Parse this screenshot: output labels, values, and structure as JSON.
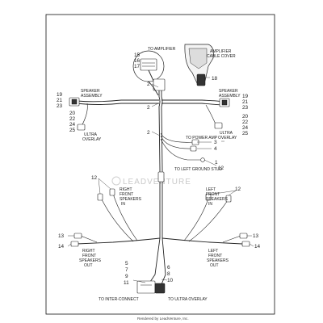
{
  "labels": {
    "to_amplifier": "TO AMPLIFIER",
    "amp_cover_1": "AMPLIFIER",
    "amp_cover_2": "CABLE COVER",
    "speaker_assy": "SPEAKER",
    "speaker_assy_2": "ASSEMBLY",
    "ultra": "ULTRA",
    "overlay": "OVERLAY",
    "to_power_amp": "TO POWER AMP",
    "to_left_ground": "TO LEFT GROUND STUD",
    "right_front_in": [
      "RIGHT",
      "FRONT",
      "SPEAKERS",
      "IN"
    ],
    "left_front_in": [
      "LEFT",
      "FRONT",
      "SPEAKERS",
      "IN"
    ],
    "right_front_out": [
      "RIGHT",
      "FRONT",
      "SPEAKERS",
      "OUT"
    ],
    "left_front_out": [
      "LEFT",
      "FRONT",
      "SPEAKERS",
      "OUT"
    ],
    "to_interconnect": "TO INTER-CONNECT",
    "to_ultra_overlay": "TO ULTRA OVERLAY",
    "watermark": "LEADVENTURE",
    "credit": "Rendered by LeadVenture, Inc."
  },
  "callouts": {
    "n15": "15",
    "n16": "16",
    "n17": "17",
    "n18": "18",
    "n2": "2",
    "n19": "19",
    "n21": "21",
    "n23": "23",
    "n20": "20",
    "n22": "22",
    "n24": "24",
    "n25": "25",
    "n3": "3",
    "n4": "4",
    "n1": "1",
    "n12": "12",
    "n13": "13",
    "n14": "14",
    "n5": "5",
    "n7": "7",
    "n9": "9",
    "n11": "11",
    "n6": "6",
    "n8": "8",
    "n10": "10"
  }
}
